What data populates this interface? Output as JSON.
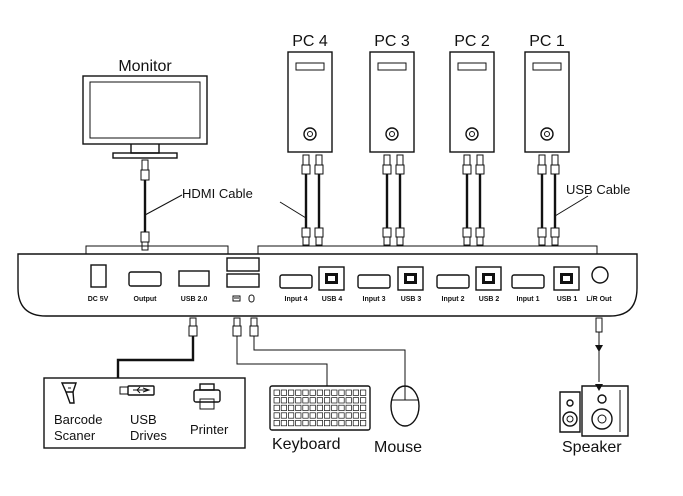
{
  "devices": {
    "monitor": "Monitor",
    "pcs": [
      "PC 4",
      "PC 3",
      "PC 2",
      "PC 1"
    ],
    "barcode": [
      "Barcode",
      "Scaner"
    ],
    "usb_drives": [
      "USB",
      "Drives"
    ],
    "printer": "Printer",
    "keyboard": "Keyboard",
    "mouse": "Mouse",
    "speaker": "Speaker"
  },
  "cables": {
    "hdmi": "HDMI Cable",
    "usb": "USB Cable"
  },
  "ports": {
    "dc": "DC 5V",
    "output": "Output",
    "usb20": "USB 2.0",
    "input4": "Input 4",
    "usb4": "USB 4",
    "input3": "Input 3",
    "usb3": "USB 3",
    "input2": "Input 2",
    "usb2": "USB 2",
    "input1": "Input 1",
    "usb1": "USB 1",
    "lr_out": "L/R Out"
  }
}
